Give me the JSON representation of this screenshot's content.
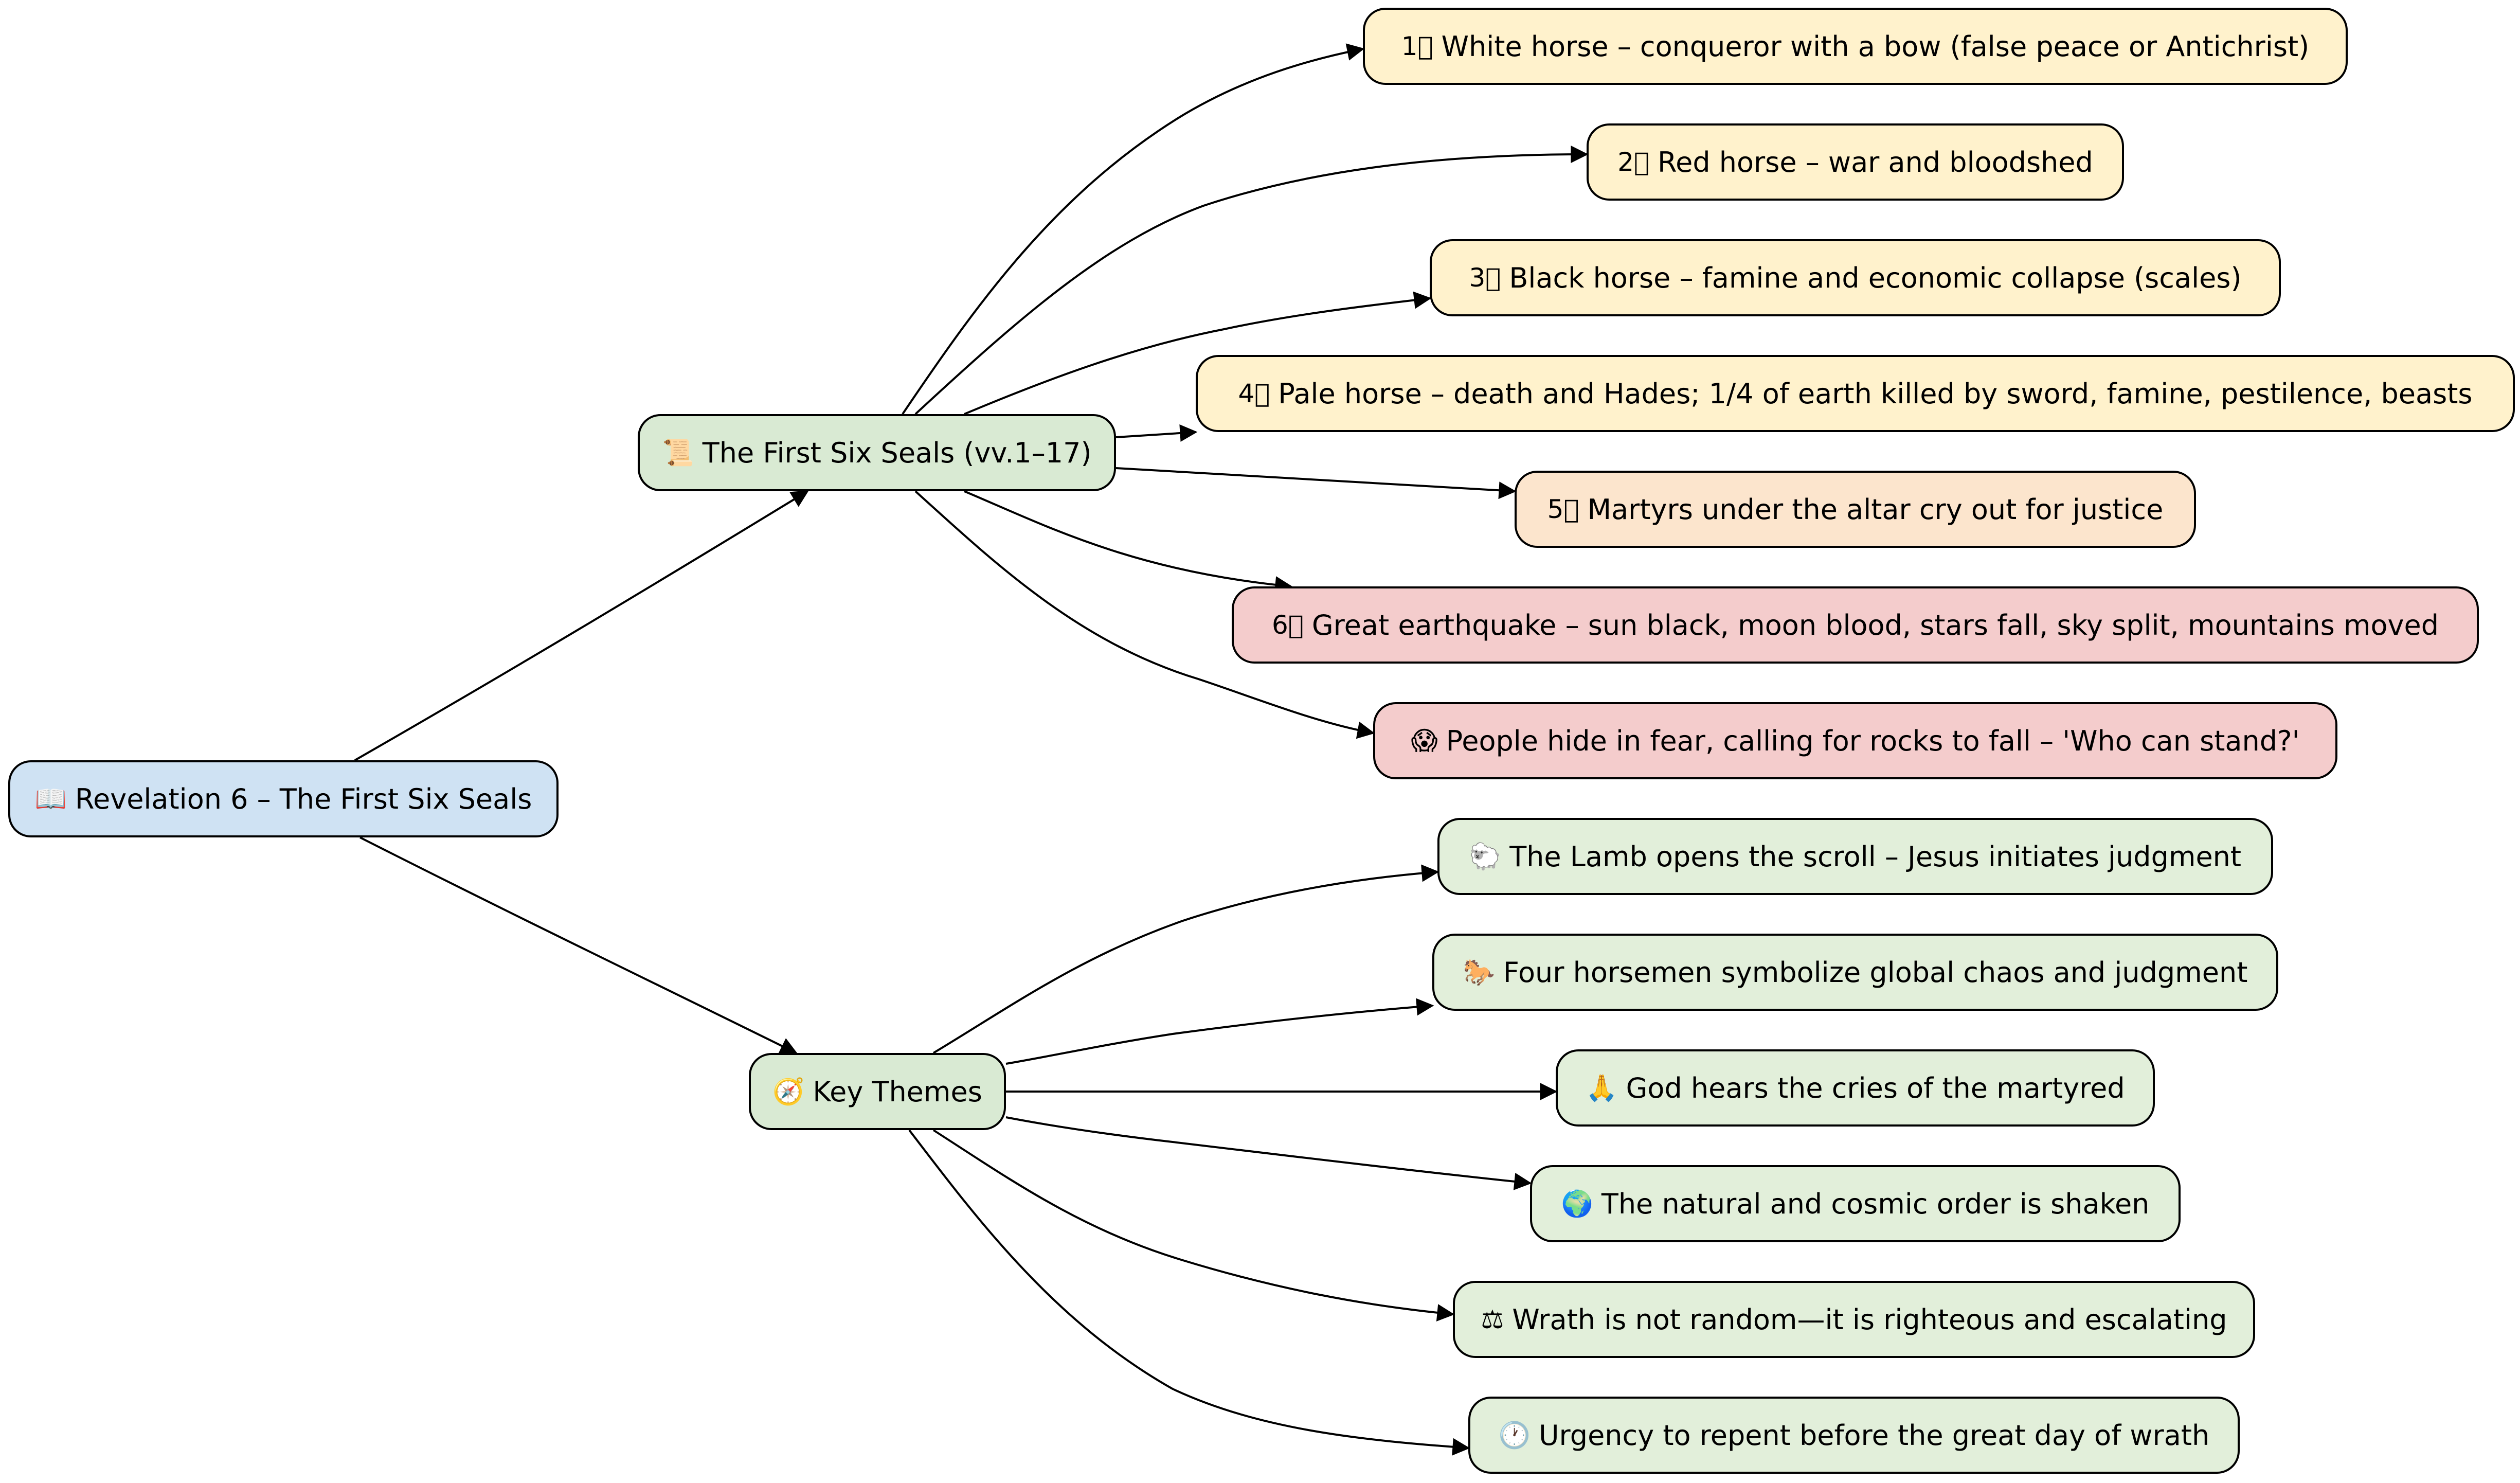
{
  "root": {
    "icon": "📖",
    "label": "Revelation 6 – The First Six Seals"
  },
  "seals_branch": {
    "icon": "📜",
    "label": "The First Six Seals (vv.1–17)",
    "items": [
      {
        "prefix": "1⃣",
        "label": "White horse – conqueror with a bow (false peace or Antichrist)",
        "style": "seal"
      },
      {
        "prefix": "2⃣",
        "label": "Red horse – war and bloodshed",
        "style": "seal"
      },
      {
        "prefix": "3⃣",
        "label": "Black horse – famine and economic collapse (scales)",
        "style": "seal"
      },
      {
        "prefix": "4⃣",
        "label": "Pale horse – death and Hades; 1/4 of earth killed by sword, famine, pestilence, beasts",
        "style": "seal"
      },
      {
        "prefix": "5⃣",
        "label": "Martyrs under the altar cry out for justice",
        "style": "seal5"
      },
      {
        "prefix": "6⃣",
        "label": "Great earthquake – sun black, moon blood, stars fall, sky split, mountains moved",
        "style": "crisis"
      },
      {
        "prefix": "😱",
        "label": "People hide in fear, calling for rocks to fall – 'Who can stand?'",
        "style": "crisis"
      }
    ]
  },
  "themes_branch": {
    "icon": "🧭",
    "label": "Key Themes",
    "items": [
      {
        "prefix": "🐑",
        "label": "The Lamb opens the scroll – Jesus initiates judgment",
        "style": "theme"
      },
      {
        "prefix": "🐎",
        "label": "Four horsemen symbolize global chaos and judgment",
        "style": "theme"
      },
      {
        "prefix": "🙏",
        "label": "God hears the cries of the martyred",
        "style": "theme"
      },
      {
        "prefix": "🌍",
        "label": "The natural and cosmic order is shaken",
        "style": "theme"
      },
      {
        "prefix": "⚖",
        "label": "Wrath is not random—it is righteous and escalating",
        "style": "theme"
      },
      {
        "prefix": "🕐",
        "label": "Urgency to repent before the great day of wrath",
        "style": "theme"
      }
    ]
  },
  "colors": {
    "root": "#cfe2f3",
    "branch": "#d9ead3",
    "seal": "#fff2cc",
    "seal5": "#fce5cd",
    "crisis": "#f4cccc",
    "theme": "#e2efda",
    "edge": "#000000"
  }
}
